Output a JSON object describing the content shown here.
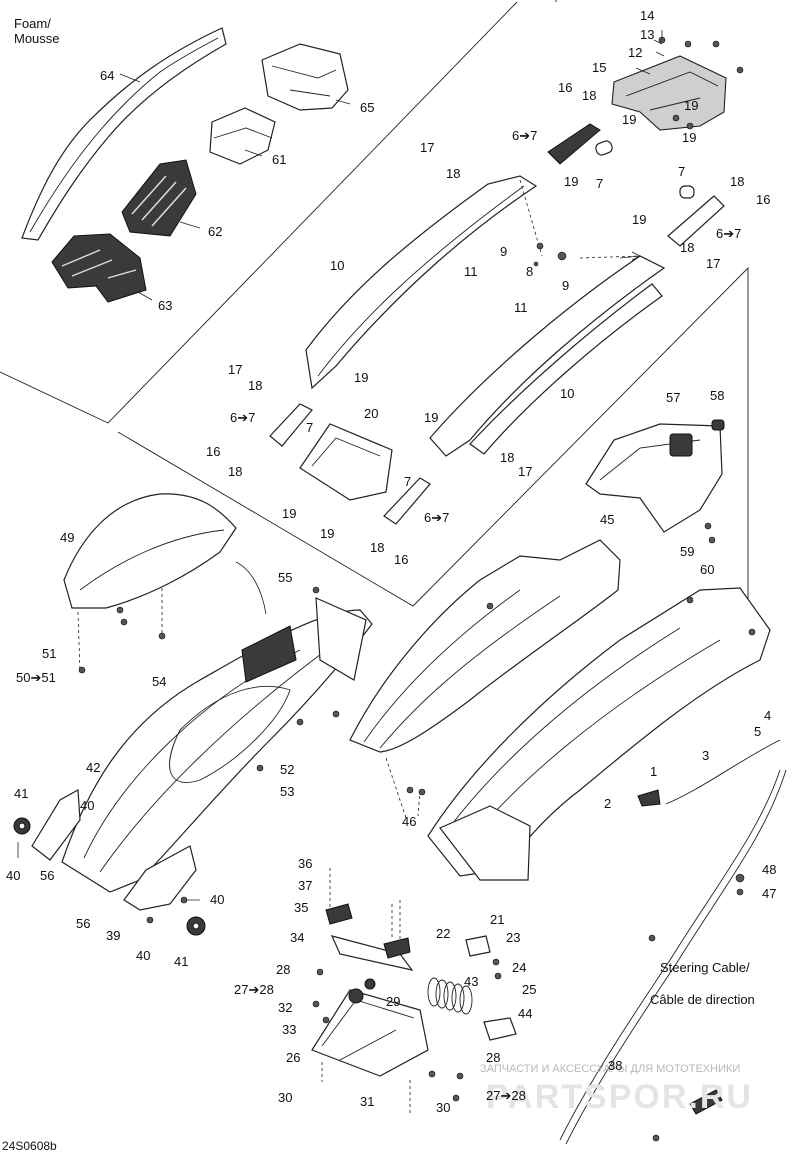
{
  "diagram_code": "24S0608b",
  "foam_group_label": "Foam/\nMousse",
  "steering_cable_label": [
    "Steering Cable/",
    "Câble de direction"
  ],
  "watermark": {
    "line1": "ЗАПЧАСТИ И АКСЕССУАРЫ ДЛЯ МОТОТЕХНИКИ",
    "line2": "PARTSPOR.RU"
  },
  "callouts": {
    "c64": "64",
    "c65": "65",
    "c61": "61",
    "c62": "62",
    "c63": "63",
    "c14": "14",
    "c13": "13",
    "c12": "12",
    "c15": "15",
    "c16a": "16",
    "c18a": "18",
    "c19a": "19",
    "c67a": "6➔7",
    "c19b": "19",
    "c7a": "7",
    "c17a": "17",
    "c18b": "18",
    "c19c": "19",
    "c7b": "7",
    "c18c": "18",
    "c16b": "16",
    "c67b": "6➔7",
    "c9a": "9",
    "c8": "8",
    "c9b": "9",
    "c19d": "19",
    "c18d": "18",
    "c17b": "17",
    "c10a": "10",
    "c11a": "11",
    "c11b": "11",
    "c10b": "10",
    "c17c": "17",
    "c18e": "18",
    "c19e": "19",
    "c67c": "6➔7",
    "c7c": "7",
    "c16c": "16",
    "c18f": "18",
    "c20": "20",
    "c19f": "19",
    "c19g": "19",
    "c7d": "7",
    "c67d": "6➔7",
    "c18g": "18",
    "c16d": "16",
    "c19h": "19",
    "c18h": "18",
    "c17d": "17",
    "c57": "57",
    "c58": "58",
    "c59": "59",
    "c60": "60",
    "c49": "49",
    "c55": "55",
    "c45": "45",
    "c51": "51",
    "c5051": "50➔51",
    "c54": "54",
    "c4": "4",
    "c5": "5",
    "c3": "3",
    "c1": "1",
    "c2": "2",
    "c42": "42",
    "c41a": "41",
    "c40a": "40",
    "c40b": "40",
    "c56a": "56",
    "c52": "52",
    "c53": "53",
    "c46": "46",
    "c56b": "56",
    "c39": "39",
    "c40c": "40",
    "c40d": "40",
    "c41b": "41",
    "c48": "48",
    "c47": "47",
    "c36": "36",
    "c37": "37",
    "c35": "35",
    "c34": "34",
    "c22": "22",
    "c21": "21",
    "c23": "23",
    "c24": "24",
    "c25": "25",
    "c28a": "28",
    "c2728a": "27➔28",
    "c29": "29",
    "c43": "43",
    "c32": "32",
    "c33": "33",
    "c44": "44",
    "c26": "26",
    "c28b": "28",
    "c38": "38",
    "c30a": "30",
    "c31": "31",
    "c2728b": "27➔28",
    "c30b": "30"
  }
}
